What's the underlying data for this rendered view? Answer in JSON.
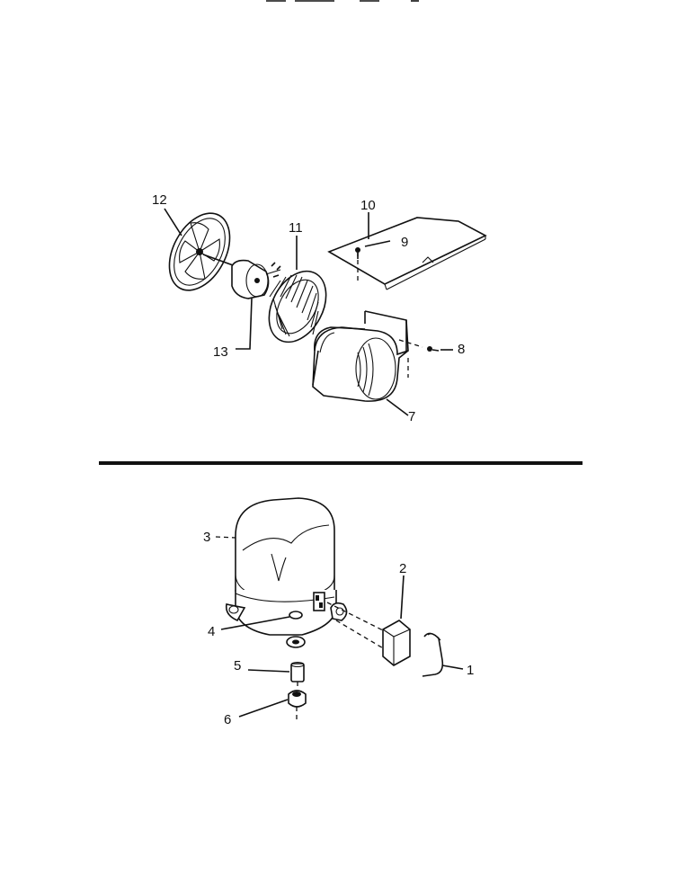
{
  "diagram": {
    "upper_assembly": {
      "callouts": {
        "fan_blade": "12",
        "motor": "13",
        "blower_wheel": "11",
        "cover_plate": "10",
        "screw_9": "9",
        "screw_8": "8",
        "blower_housing": "7"
      }
    },
    "lower_assembly": {
      "callouts": {
        "compressor": "3",
        "relay": "2",
        "overload_clip": "1",
        "grommet": "4",
        "sleeve": "5",
        "mount_foot": "6"
      }
    }
  }
}
